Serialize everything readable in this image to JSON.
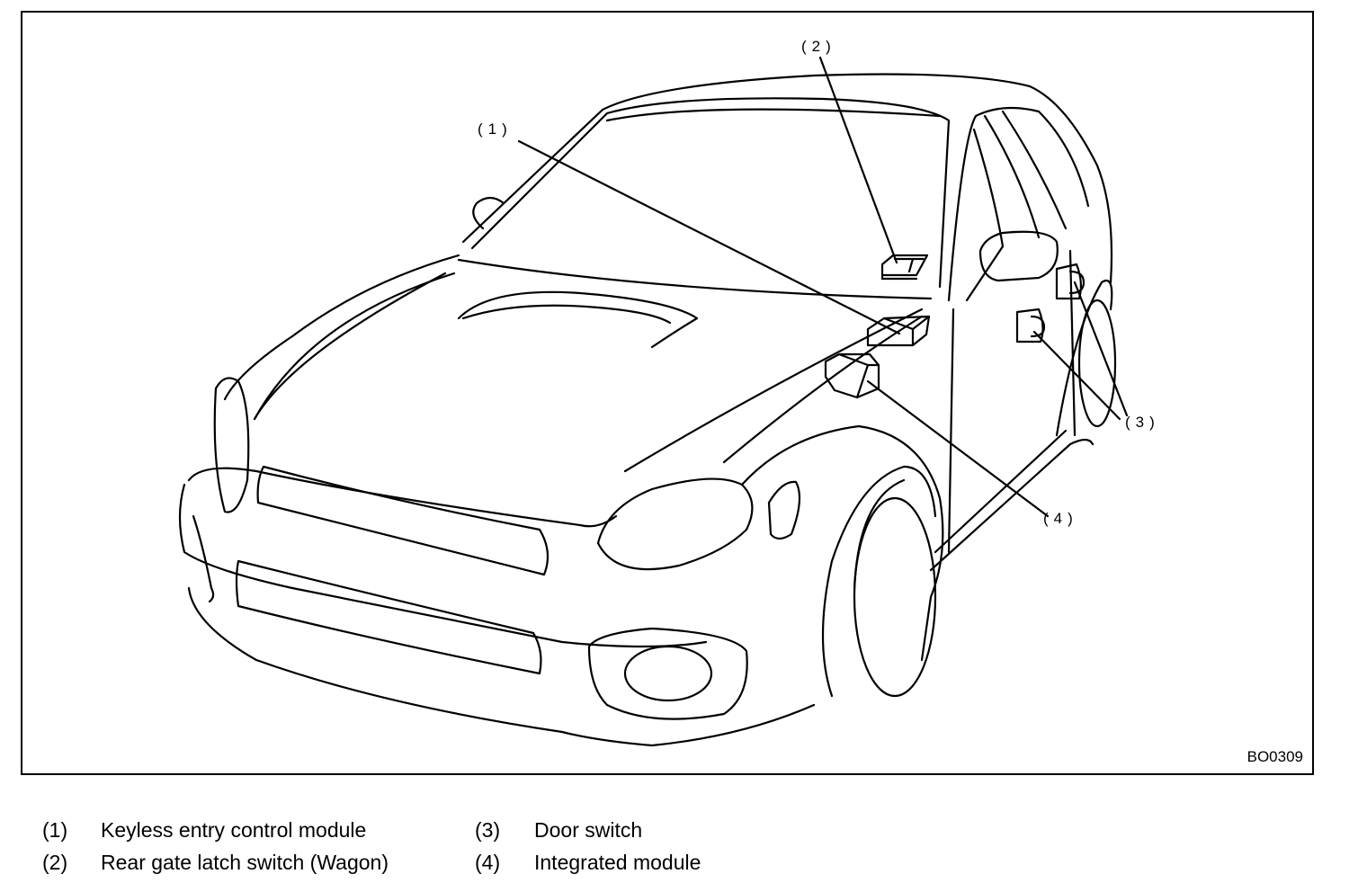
{
  "diagram": {
    "figure_id": "BO0309",
    "callouts": [
      "(1)",
      "(2)",
      "(3)",
      "(4)"
    ]
  },
  "legend": [
    {
      "num": "(1)",
      "text": "Keyless entry control module"
    },
    {
      "num": "(2)",
      "text": "Rear gate latch switch (Wagon)"
    },
    {
      "num": "(3)",
      "text": "Door switch"
    },
    {
      "num": "(4)",
      "text": "Integrated module"
    }
  ]
}
